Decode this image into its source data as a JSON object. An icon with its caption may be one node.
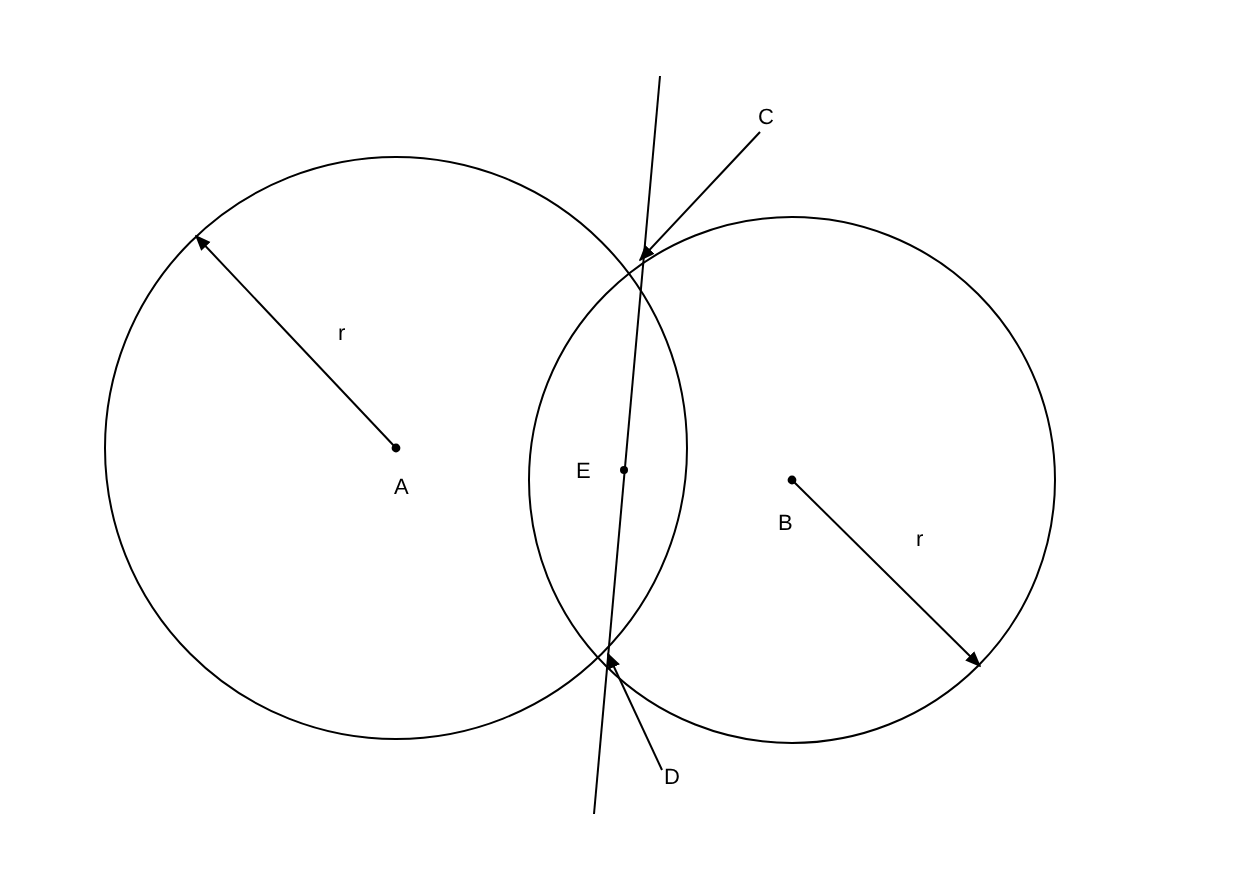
{
  "diagram": {
    "nodes": [
      {
        "text": [
          "A"
        ]
      },
      {
        "text": [
          "B"
        ]
      },
      {
        "text": [
          "C"
        ]
      },
      {
        "text": [
          "D"
        ]
      }
    ],
    "edges": [
      {
        "from": 2,
        "to": 1,
        "arrow": "to"
      },
      {
        "from": 3,
        "to": 1,
        "arrow": "to"
      }
    ],
    "labels": [
      "r",
      "E",
      "r"
    ]
  }
}
